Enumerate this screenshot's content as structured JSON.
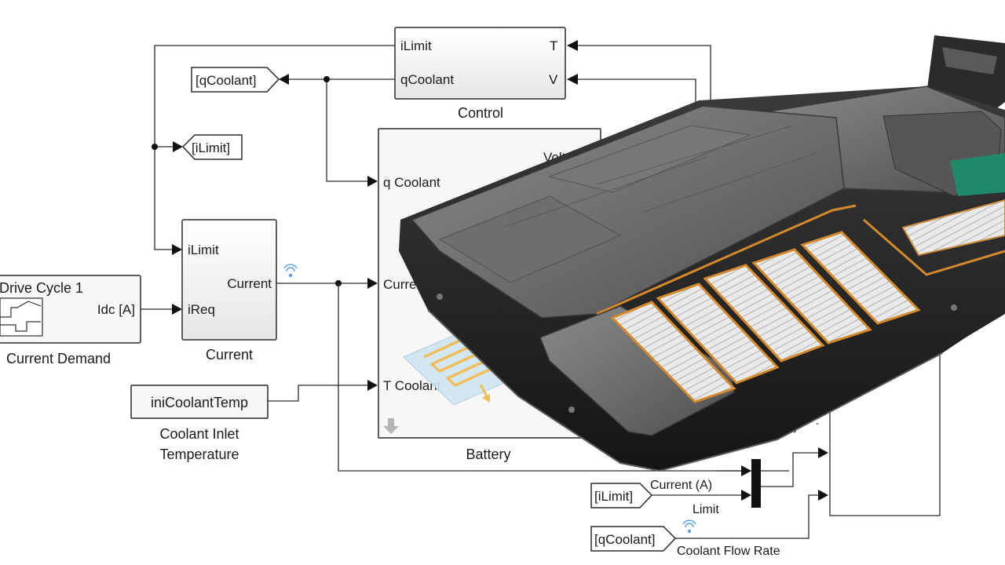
{
  "blocks": {
    "control": {
      "in_ilimit": "iLimit",
      "in_qcoolant": "qCoolant",
      "out_t": "T",
      "out_v": "V",
      "caption": "Control"
    },
    "current": {
      "in_ilimit": "iLimit",
      "in_ireq": "iReq",
      "out_current": "Current",
      "caption": "Current"
    },
    "drive_cycle": {
      "title": "Drive Cycle 1",
      "out_label": "Idc [A]",
      "caption": "Current Demand"
    },
    "battery": {
      "port_q": "q Coolant",
      "port_current": "Curre",
      "port_t": "T  Coolant",
      "port_volt": "Volt",
      "caption": "Battery"
    },
    "coolant_inlet": {
      "value": "iniCoolantTemp",
      "caption_line1": "Coolant Inlet",
      "caption_line2": "Temperature"
    }
  },
  "tags": {
    "goto_qcoolant": "[qCoolant]",
    "goto_ilimit": "[iLimit]",
    "from_ilimit": "[iLimit]",
    "from_qcoolant": "[qCoolant]"
  },
  "scope_labels": {
    "current_a": "Current (A)",
    "limit": "Limit",
    "coolant_flow_rate": "Coolant Flow Rate",
    "minus": "(-)"
  },
  "icons": [
    "signal-wireless-icon",
    "drive-cycle-graph-icon",
    "down-arrow-icon",
    "battery-pack-image",
    "coolant-plate-image"
  ],
  "colors": {
    "wire": "#2a2a2a",
    "signal_logging": "#5aa0e6",
    "coolant_pipe": "#f0b84a",
    "battery_body": "#4a4a4a",
    "cell_copper": "#d4892a"
  }
}
